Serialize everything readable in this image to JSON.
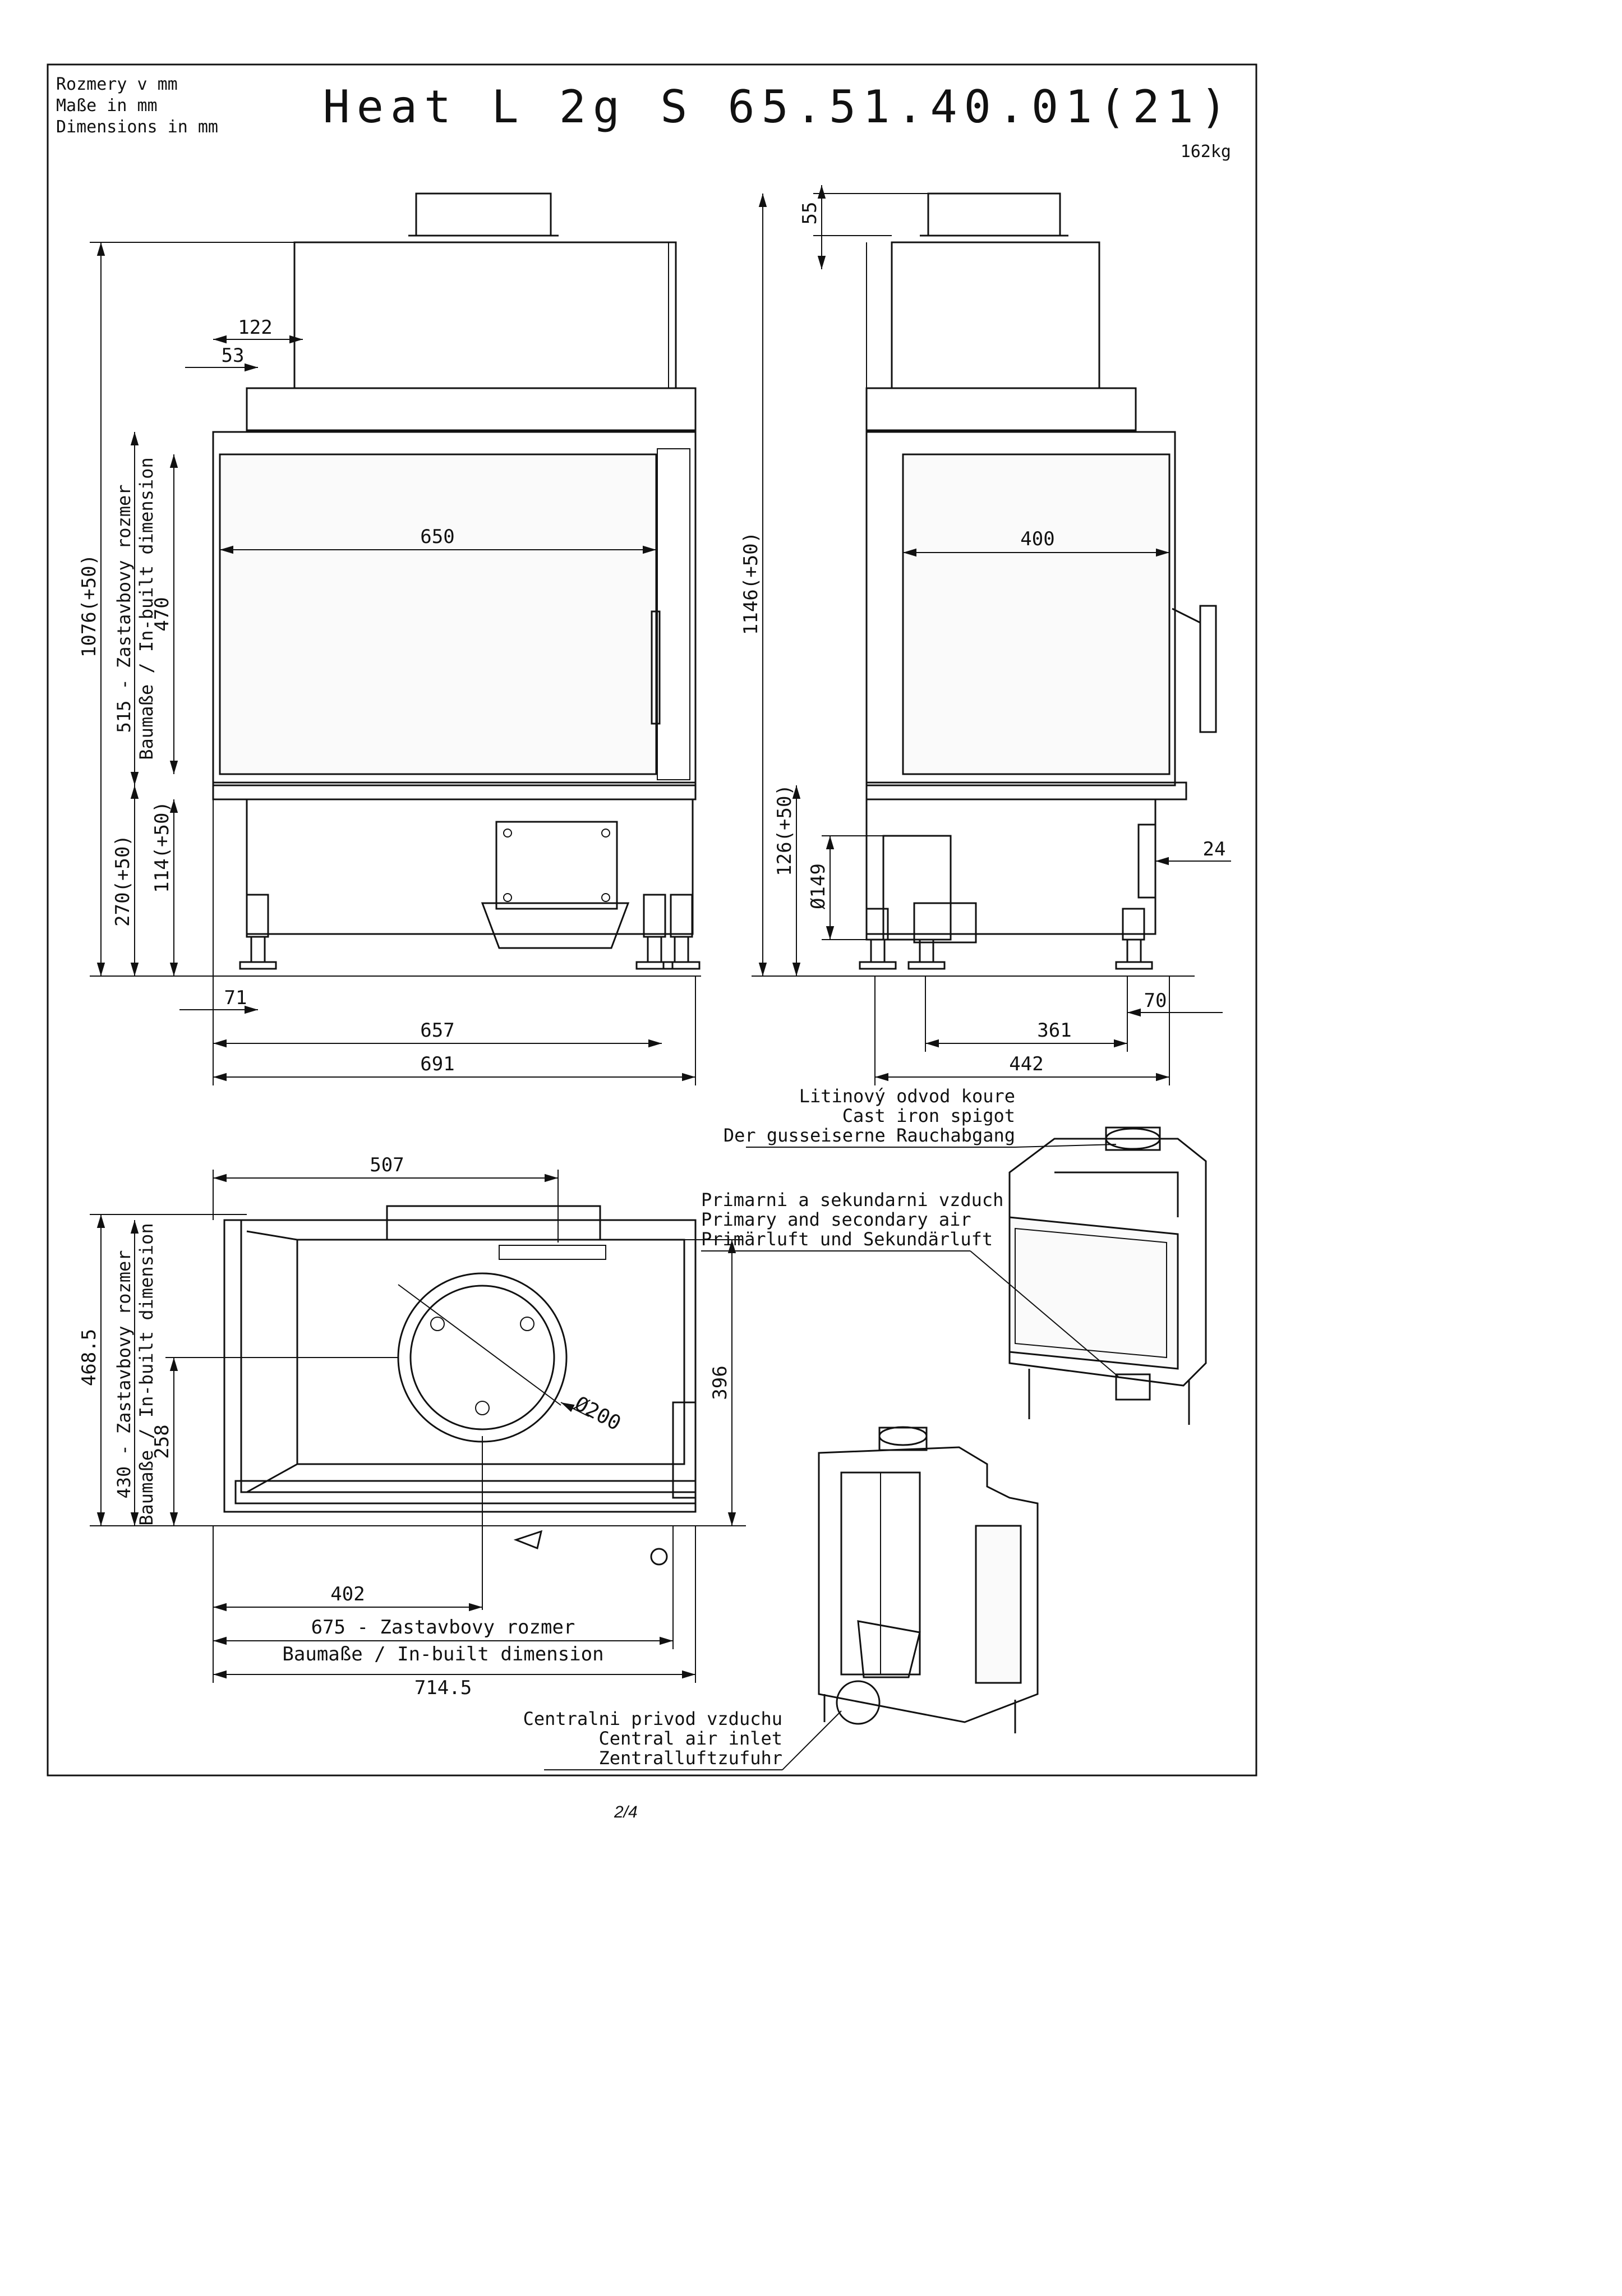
{
  "header": {
    "units": [
      "Rozmery v mm",
      "Maße in mm",
      "Dimensions in mm"
    ],
    "model": "Heat L 2g S 65.51.40.01(21)",
    "weight": "162kg"
  },
  "front_view": {
    "w_122": "122",
    "w_53": "53",
    "w_650": "650",
    "h_1076": "1076(+50)",
    "h_515": "515 - Zastavbovy rozmer",
    "h_515_b": "Baumaße / In-built dimension",
    "h_470": "470",
    "h_270": "270(+50)",
    "h_114": "114(+50)",
    "w_71": "71",
    "w_657": "657",
    "w_691": "691"
  },
  "side_view": {
    "h_55": "55",
    "h_1146": "1146(+50)",
    "w_400": "400",
    "h_126": "126(+50)",
    "d_149": "Ø149",
    "w_24": "24",
    "w_361": "361",
    "w_70": "70",
    "w_442": "442"
  },
  "top_view": {
    "w_507": "507",
    "h_468": "468.5",
    "h_430": "430 - Zastavbovy rozmer",
    "h_430_b": "Baumaße / In-built dimension",
    "h_258": "258",
    "h_396": "396",
    "d_200": "Ø200",
    "w_402": "402",
    "w_675": "675 - Zastavbovy rozmer",
    "w_675_b": "Baumaße / In-built dimension",
    "w_714": "714.5"
  },
  "callouts": {
    "spigot": [
      "Litinový odvod koure",
      "Cast iron spigot",
      "Der gusseiserne Rauchabgang"
    ],
    "air": [
      "Primarni a sekundarni vzduch",
      "Primary and secondary air",
      "Primärluft und Sekundärluft"
    ],
    "inlet": [
      "Centralni privod vzduchu",
      "Central air inlet",
      "Zentralluftzufuhr"
    ]
  },
  "footer": {
    "page": "2/4"
  }
}
